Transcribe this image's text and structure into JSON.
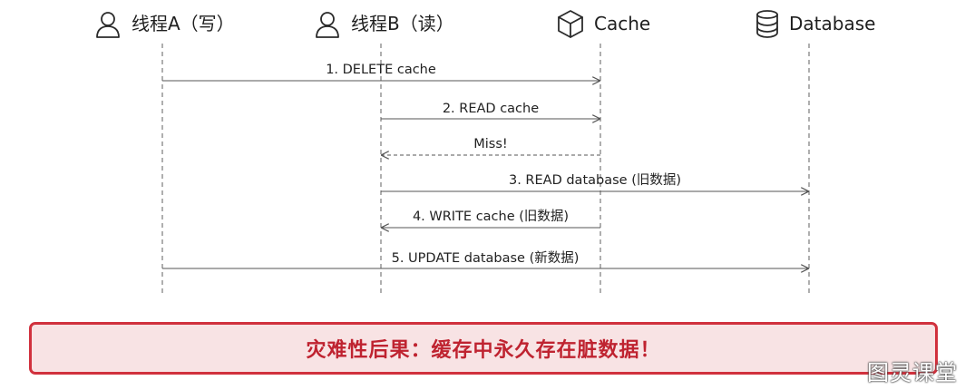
{
  "participants": [
    {
      "id": "thread-a",
      "label": "线程A（写）",
      "icon": "user-icon"
    },
    {
      "id": "thread-b",
      "label": "线程B（读）",
      "icon": "user-icon"
    },
    {
      "id": "cache",
      "label": "Cache",
      "icon": "cube-icon"
    },
    {
      "id": "database",
      "label": "Database",
      "icon": "database-icon"
    }
  ],
  "messages": [
    {
      "from": "thread-a",
      "to": "cache",
      "label": "1. DELETE cache",
      "style": "solid"
    },
    {
      "from": "thread-b",
      "to": "cache",
      "label": "2. READ cache",
      "style": "solid"
    },
    {
      "from": "cache",
      "to": "thread-b",
      "label": "Miss!",
      "style": "dashed"
    },
    {
      "from": "thread-b",
      "to": "database",
      "label": "3. READ database (旧数据)",
      "style": "solid"
    },
    {
      "from": "cache",
      "to": "thread-b",
      "label": "4. WRITE cache (旧数据)",
      "style": "solid"
    },
    {
      "from": "thread-a",
      "to": "database",
      "label": "5. UPDATE database (新数据)",
      "style": "solid"
    }
  ],
  "banner": {
    "text": "灾难性后果：缓存中永久存在脏数据！",
    "border_color": "#d1313d",
    "background_color": "#f8e3e4",
    "text_color": "#bf2330"
  },
  "watermark": "图灵课堂"
}
